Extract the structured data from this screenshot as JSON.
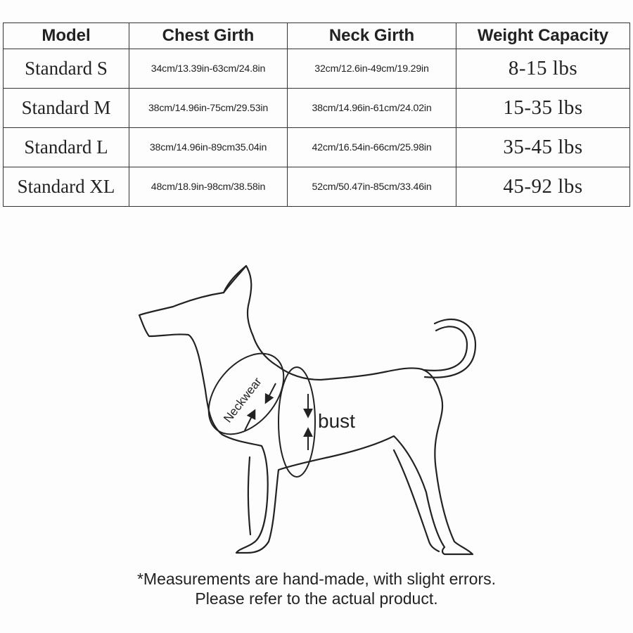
{
  "table": {
    "headers": [
      "Model",
      "Chest Girth",
      "Neck Girth",
      "Weight Capacity"
    ],
    "rows": [
      {
        "model": "Standard S",
        "chest": "34cm/13.39in-63cm/24.8in",
        "neck": "32cm/12.6in-49cm/19.29in",
        "weight": "8-15 lbs"
      },
      {
        "model": "Standard M",
        "chest": "38cm/14.96in-75cm/29.53in",
        "neck": "38cm/14.96in-61cm/24.02in",
        "weight": "15-35 lbs"
      },
      {
        "model": "Standard L",
        "chest": "38cm/14.96in-89cm35.04in",
        "neck": "42cm/16.54in-66cm/25.98in",
        "weight": "35-45 lbs"
      },
      {
        "model": "Standard XL",
        "chest": "48cm/18.9in-98cm/38.58in",
        "neck": "52cm/50.47in-85cm/33.46in",
        "weight": "45-92 lbs"
      }
    ]
  },
  "diagram": {
    "neck_label": "Neckwear",
    "bust_label": "bust"
  },
  "note": {
    "line1": "*Measurements are hand-made, with slight errors.",
    "line2": "Please refer to the actual product."
  },
  "colors": {
    "ink": "#222222",
    "background": "#fdfdfd"
  }
}
